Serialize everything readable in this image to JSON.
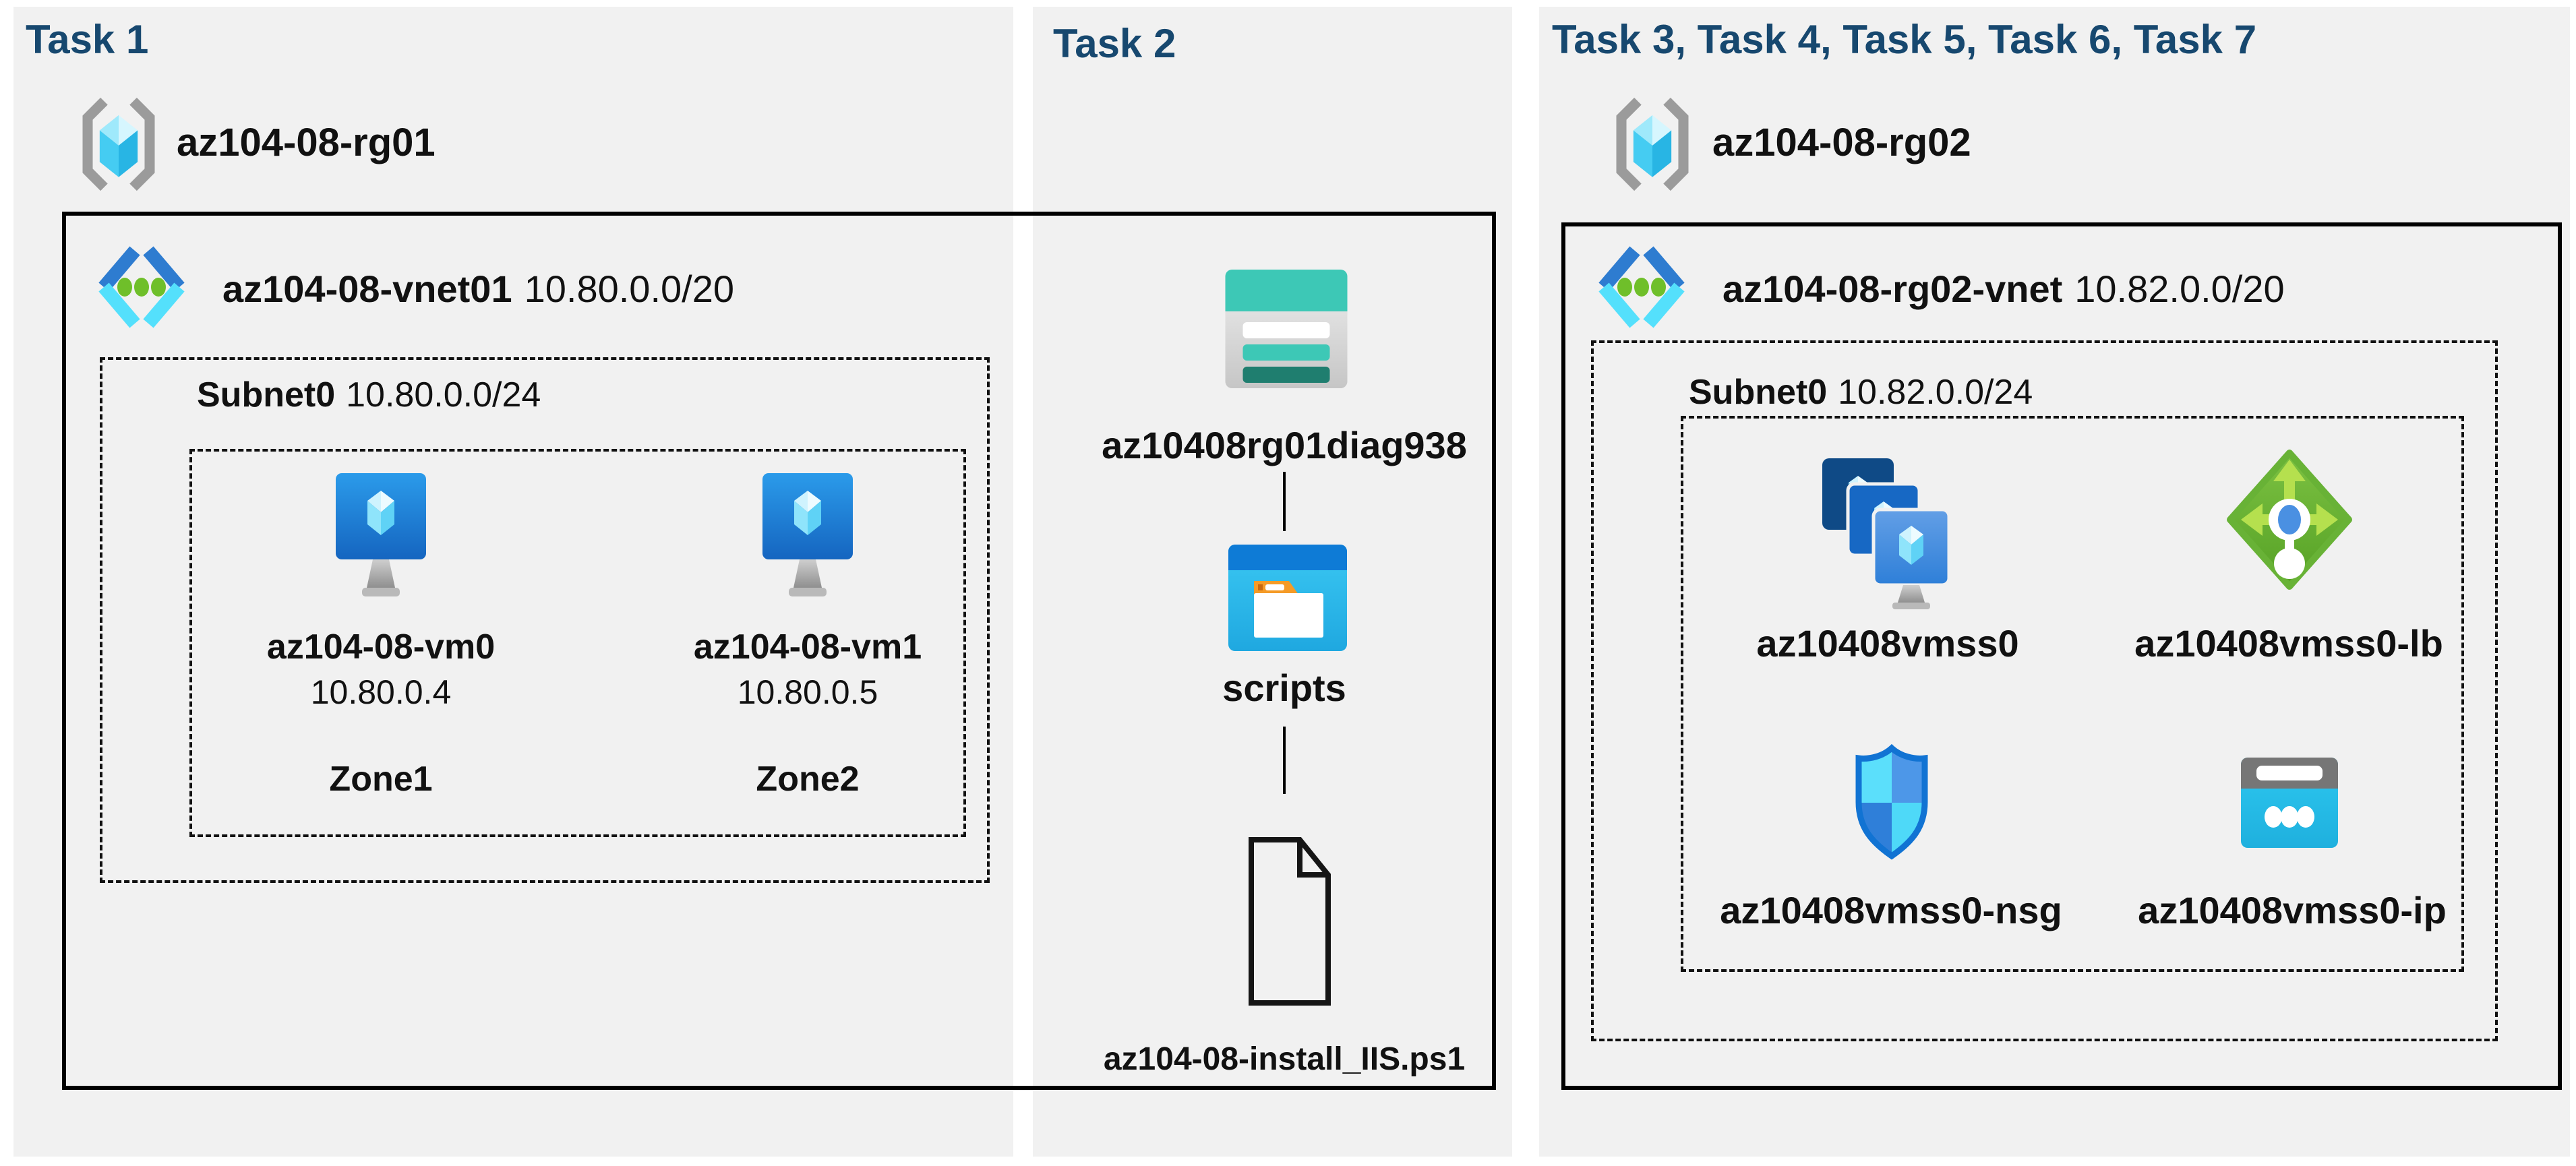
{
  "colors": {
    "title_navy": "#17486F",
    "panel_gray": "#F1F1F1",
    "outline_black": "#000000",
    "azure_blue": "#1E78D7",
    "cyan_accent": "#50E6FF",
    "teal_storage": "#3DC8B6",
    "green_lb": "#6FB82E",
    "nsg_blue": "#1173D3"
  },
  "icons": {
    "resource_group": "resource-group-icon",
    "virtual_network": "virtual-network-icon",
    "virtual_machine": "vm-icon",
    "storage_account": "storage-account-icon",
    "blob_container": "folder-icon",
    "script_file": "file-icon",
    "vm_scale_set": "vmss-icon",
    "load_balancer": "load-balancer-icon",
    "network_security_group": "nsg-shield-icon",
    "public_ip": "public-ip-icon"
  },
  "task1": {
    "title": "Task 1",
    "resource_group": "az104-08-rg01",
    "vnet": {
      "name": "az104-08-vnet01",
      "cidr": "10.80.0.0/20"
    },
    "subnet": {
      "name": "Subnet0",
      "cidr": "10.80.0.0/24"
    },
    "vms": [
      {
        "name": "az104-08-vm0",
        "ip": "10.80.0.4",
        "zone": "Zone1"
      },
      {
        "name": "az104-08-vm1",
        "ip": "10.80.0.5",
        "zone": "Zone2"
      }
    ]
  },
  "task2": {
    "title": "Task 2",
    "storage_account": "az10408rg01diag938",
    "container": "scripts",
    "file": "az104-08-install_IIS.ps1"
  },
  "task3": {
    "title": "Task 3, Task 4, Task 5, Task 6, Task 7",
    "resource_group": "az104-08-rg02",
    "vnet": {
      "name": "az104-08-rg02-vnet",
      "cidr": "10.82.0.0/20"
    },
    "subnet": {
      "name": "Subnet0",
      "cidr": "10.82.0.0/24"
    },
    "resources": [
      {
        "name": "az10408vmss0"
      },
      {
        "name": "az10408vmss0-lb"
      },
      {
        "name": "az10408vmss0-nsg"
      },
      {
        "name": "az10408vmss0-ip"
      }
    ]
  }
}
